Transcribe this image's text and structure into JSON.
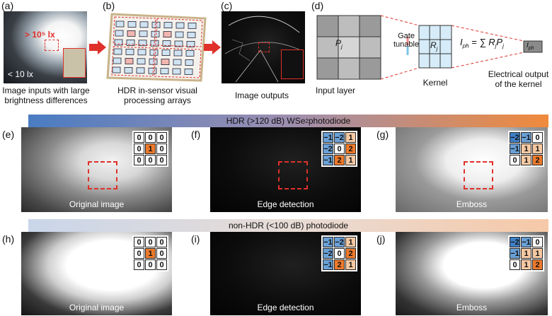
{
  "top": {
    "a": {
      "letter": "(a)",
      "lux_high": "> 10⁵ lx",
      "lux_low": "< 10 lx",
      "caption": "Image inputs with large brightness differences"
    },
    "b": {
      "letter": "(b)",
      "caption": "HDR in-sensor visual processing arrays"
    },
    "c": {
      "letter": "(c)",
      "caption": "Image outputs"
    },
    "d": {
      "letter": "(d)",
      "input_layer": "Input layer",
      "pixel": "P",
      "pixel_sub": "j",
      "gate_1": "Gate",
      "gate_2": "tunable",
      "kernel_cell": "R",
      "kernel_sub": "j",
      "kernel_label": "Kernel",
      "equation_lhs": "I",
      "equation_lhs_sub": "ph",
      "equation_rhs": "= ∑ R",
      "equation_rhs_sub": "j",
      "equation_rhs2": "P",
      "equation_rhs2_sub": "j",
      "output_cell": "I",
      "output_sub": "ph",
      "output_caption": "Electrical output of the kernel"
    }
  },
  "hdr_banner": {
    "text": "HDR (>120 dB) WSe",
    "sub": "2",
    "suffix": " photodiode"
  },
  "nonhdr_banner": {
    "text": "non-HDR (<100 dB) photodiode"
  },
  "rows": [
    {
      "panels": [
        {
          "letter": "(e)",
          "label": "Original image",
          "kernel": [
            [
              "0",
              "0",
              "0"
            ],
            [
              "0",
              "1",
              "0"
            ],
            [
              "0",
              "0",
              "0"
            ]
          ],
          "kernel_style": [
            [
              "z",
              "z",
              "z"
            ],
            [
              "z",
              "h",
              "z"
            ],
            [
              "z",
              "z",
              "z"
            ]
          ]
        },
        {
          "letter": "(f)",
          "label": "Edge detection",
          "kernel": [
            [
              "−1",
              "−2",
              "1"
            ],
            [
              "−2",
              "0",
              "2"
            ],
            [
              "−1",
              "2",
              "1"
            ]
          ],
          "kernel_style": [
            [
              "n",
              "n",
              "p"
            ],
            [
              "n",
              "z",
              "h"
            ],
            [
              "n",
              "h",
              "p"
            ]
          ]
        },
        {
          "letter": "(g)",
          "label": "Emboss",
          "kernel": [
            [
              "−2",
              "−1",
              "0"
            ],
            [
              "−1",
              "1",
              "1"
            ],
            [
              "0",
              "1",
              "2"
            ]
          ],
          "kernel_style": [
            [
              "m",
              "n",
              "z"
            ],
            [
              "n",
              "p",
              "p"
            ],
            [
              "z",
              "p",
              "h"
            ]
          ]
        }
      ]
    },
    {
      "panels": [
        {
          "letter": "(h)",
          "label": "Original image",
          "kernel": [
            [
              "0",
              "0",
              "0"
            ],
            [
              "0",
              "1",
              "0"
            ],
            [
              "0",
              "0",
              "0"
            ]
          ],
          "kernel_style": [
            [
              "z",
              "z",
              "z"
            ],
            [
              "z",
              "h",
              "z"
            ],
            [
              "z",
              "z",
              "z"
            ]
          ]
        },
        {
          "letter": "(i)",
          "label": "Edge detection",
          "kernel": [
            [
              "−1",
              "−2",
              "1"
            ],
            [
              "−2",
              "0",
              "2"
            ],
            [
              "−1",
              "2",
              "1"
            ]
          ],
          "kernel_style": [
            [
              "n",
              "n",
              "p"
            ],
            [
              "n",
              "z",
              "h"
            ],
            [
              "n",
              "h",
              "p"
            ]
          ]
        },
        {
          "letter": "(j)",
          "label": "Emboss",
          "kernel": [
            [
              "−2",
              "−1",
              "0"
            ],
            [
              "−1",
              "1",
              "1"
            ],
            [
              "0",
              "1",
              "2"
            ]
          ],
          "kernel_style": [
            [
              "m",
              "n",
              "z"
            ],
            [
              "n",
              "p",
              "p"
            ],
            [
              "z",
              "p",
              "h"
            ]
          ]
        }
      ]
    }
  ],
  "colors": {
    "accent_red": "#e0302a",
    "banner_blue": "#4a7cc2",
    "banner_orange": "#f08a3c"
  }
}
